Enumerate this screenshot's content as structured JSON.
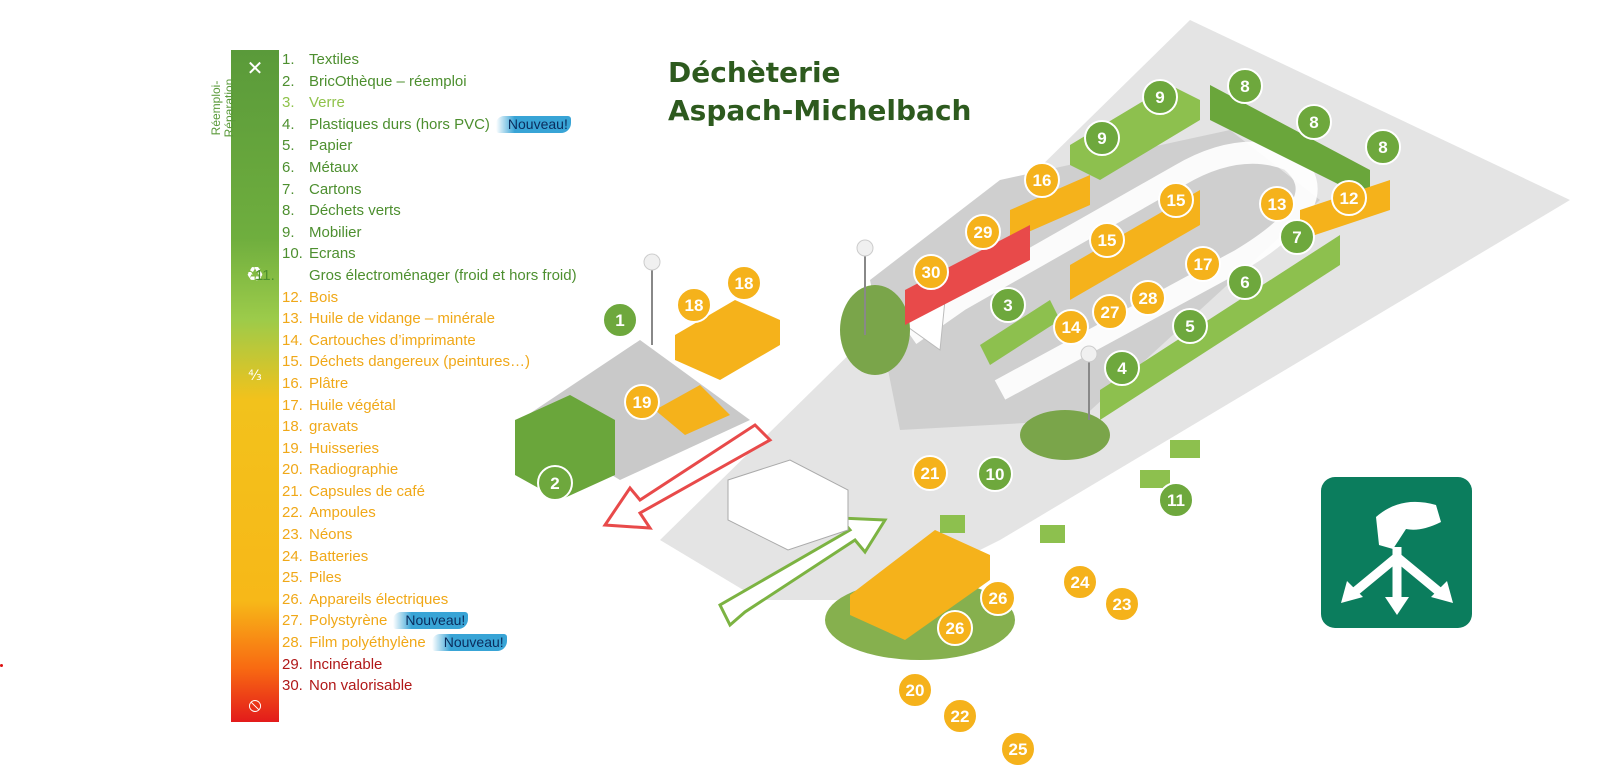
{
  "title": {
    "line1": "Déchèterie",
    "line2": "Aspach-Michelbach"
  },
  "bar_label": "Réemploi-\nRéparation",
  "legend": [
    {
      "num": "1.",
      "label": "Textiles",
      "color": "#4d8f2f"
    },
    {
      "num": "2.",
      "label": "BricOthèque – réemploi",
      "color": "#4d8f2f"
    },
    {
      "num": "3.",
      "label": "Verre",
      "color": "#8fc24a"
    },
    {
      "num": "4.",
      "label": "Plastiques durs (hors PVC)",
      "color": "#4d8f2f",
      "badge": "Nouveau!"
    },
    {
      "num": "5.",
      "label": "Papier",
      "color": "#4d8f2f"
    },
    {
      "num": "6.",
      "label": "Métaux",
      "color": "#4d8f2f"
    },
    {
      "num": "7.",
      "label": "Cartons",
      "color": "#4d8f2f"
    },
    {
      "num": "8.",
      "label": "Déchets verts",
      "color": "#4d8f2f"
    },
    {
      "num": "9.",
      "label": "Mobilier",
      "color": "#4d8f2f"
    },
    {
      "num": "10.",
      "label": "Ecrans",
      "color": "#4d8f2f"
    },
    {
      "num": "11.",
      "label": "Gros électroménager (froid et hors froid)",
      "color": "#4d8f2f",
      "wrap": true
    },
    {
      "num": "12.",
      "label": "Bois",
      "color": "#f0a818"
    },
    {
      "num": "13.",
      "label": "Huile de vidange – minérale",
      "color": "#f0a818"
    },
    {
      "num": "14.",
      "label": "Cartouches d’imprimante",
      "color": "#f0a818"
    },
    {
      "num": "15.",
      "label": "Déchets dangereux (peintures…)",
      "color": "#f0a818"
    },
    {
      "num": "16.",
      "label": "Plâtre",
      "color": "#f0a818"
    },
    {
      "num": "17.",
      "label": "Huile végétal",
      "color": "#f0a818"
    },
    {
      "num": "18.",
      "label": "gravats",
      "color": "#f0a818"
    },
    {
      "num": "19.",
      "label": "Huisseries",
      "color": "#f0a818"
    },
    {
      "num": "20.",
      "label": "Radiographie",
      "color": "#f0a818"
    },
    {
      "num": "21.",
      "label": "Capsules de café",
      "color": "#f0a818"
    },
    {
      "num": "22.",
      "label": "Ampoules",
      "color": "#f0a818"
    },
    {
      "num": "23.",
      "label": "Néons",
      "color": "#f0a818"
    },
    {
      "num": "24.",
      "label": "Batteries",
      "color": "#f0a818"
    },
    {
      "num": "25.",
      "label": "Piles",
      "color": "#f0a818"
    },
    {
      "num": "26.",
      "label": "Appareils électriques",
      "color": "#f0a818"
    },
    {
      "num": "27.",
      "label": "Polystyrène",
      "color": "#f0a818",
      "badge": "Nouveau!"
    },
    {
      "num": "28.",
      "label": "Film polyéthylène",
      "color": "#f0a818",
      "badge": "Nouveau!"
    },
    {
      "num": "29.",
      "label": "Incinérable",
      "color": "#b01818"
    },
    {
      "num": "30.",
      "label": "Non valorisable",
      "color": "#b01818"
    }
  ],
  "bar_icons": [
    {
      "name": "repair-tools-icon",
      "glyph": "✕"
    },
    {
      "name": "recycle-icon",
      "glyph": "♻"
    },
    {
      "name": "partial-recovery-icon",
      "glyph": "⁴⁄₃"
    },
    {
      "name": "no-entry-icon",
      "glyph": "⦸"
    }
  ],
  "markers": [
    {
      "n": "1",
      "kind": "green"
    },
    {
      "n": "2",
      "kind": "green"
    },
    {
      "n": "3",
      "kind": "green"
    },
    {
      "n": "4",
      "kind": "green"
    },
    {
      "n": "5",
      "kind": "green"
    },
    {
      "n": "6",
      "kind": "green"
    },
    {
      "n": "7",
      "kind": "green"
    },
    {
      "n": "8",
      "kind": "green"
    },
    {
      "n": "8",
      "kind": "green"
    },
    {
      "n": "8",
      "kind": "green"
    },
    {
      "n": "9",
      "kind": "green"
    },
    {
      "n": "9",
      "kind": "green"
    },
    {
      "n": "10",
      "kind": "green"
    },
    {
      "n": "11",
      "kind": "green"
    },
    {
      "n": "12",
      "kind": "orange"
    },
    {
      "n": "13",
      "kind": "orange"
    },
    {
      "n": "14",
      "kind": "orange"
    },
    {
      "n": "15",
      "kind": "orange"
    },
    {
      "n": "15",
      "kind": "orange"
    },
    {
      "n": "16",
      "kind": "orange"
    },
    {
      "n": "17",
      "kind": "orange"
    },
    {
      "n": "18",
      "kind": "orange"
    },
    {
      "n": "18",
      "kind": "orange"
    },
    {
      "n": "19",
      "kind": "orange"
    },
    {
      "n": "20",
      "kind": "orange"
    },
    {
      "n": "21",
      "kind": "orange"
    },
    {
      "n": "22",
      "kind": "orange"
    },
    {
      "n": "23",
      "kind": "orange"
    },
    {
      "n": "24",
      "kind": "orange"
    },
    {
      "n": "25",
      "kind": "orange"
    },
    {
      "n": "26",
      "kind": "orange"
    },
    {
      "n": "26",
      "kind": "orange"
    },
    {
      "n": "27",
      "kind": "orange"
    },
    {
      "n": "28",
      "kind": "orange"
    },
    {
      "n": "29",
      "kind": "orange"
    },
    {
      "n": "30",
      "kind": "orange"
    }
  ],
  "colors": {
    "green": "#6ea83d",
    "dark_green": "#4d8f2f",
    "orange": "#f5b21b",
    "red": "#e84a4a",
    "ground": "#e2e2e2",
    "logo": "#0b7d5d"
  }
}
